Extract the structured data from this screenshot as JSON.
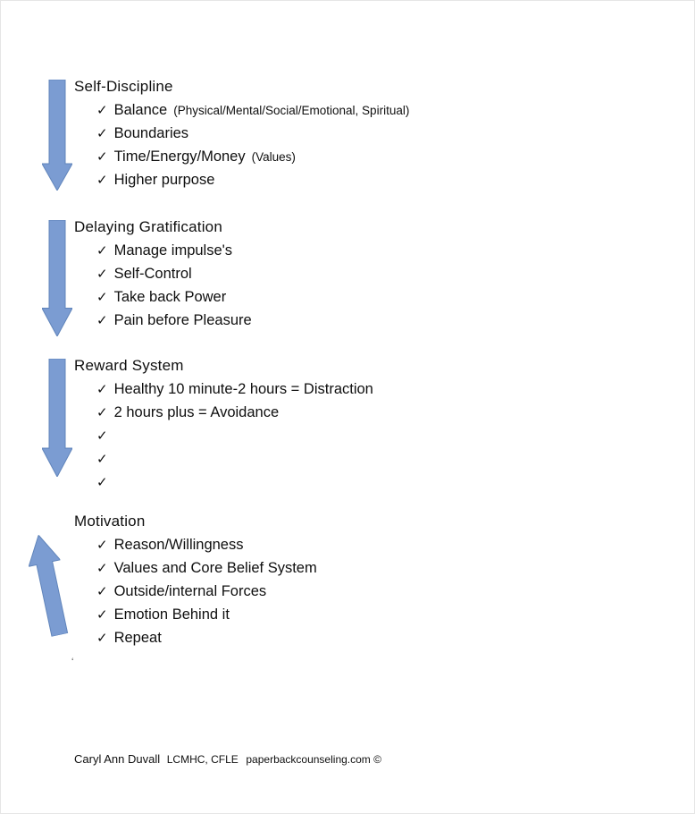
{
  "glyphs": {
    "checkmark": "✓"
  },
  "colors": {
    "arrow_fill": "#7b9cd2",
    "arrow_stroke": "#6185bb"
  },
  "sections": [
    {
      "title": "Self-Discipline",
      "arrow": "down-arrow",
      "items": [
        {
          "main": "Balance",
          "note": "(Physical/Mental/Social/Emotional, Spiritual)"
        },
        {
          "main": "Boundaries",
          "note": ""
        },
        {
          "main": "Time/Energy/Money",
          "note": "(Values)"
        },
        {
          "main": "Higher purpose",
          "note": ""
        }
      ]
    },
    {
      "title": "Delaying Gratification",
      "arrow": "down-arrow",
      "items": [
        {
          "main": "Manage impulse's",
          "note": ""
        },
        {
          "main": "Self-Control",
          "note": ""
        },
        {
          "main": "Take back Power",
          "note": ""
        },
        {
          "main": "Pain before Pleasure",
          "note": ""
        }
      ]
    },
    {
      "title": "Reward System",
      "arrow": "down-arrow",
      "items": [
        {
          "main": "Healthy 10 minute-2 hours = Distraction",
          "note": ""
        },
        {
          "main": "2 hours plus = Avoidance",
          "note": ""
        },
        {
          "main": "",
          "note": ""
        },
        {
          "main": "",
          "note": ""
        },
        {
          "main": "",
          "note": ""
        }
      ]
    },
    {
      "title": "Motivation",
      "arrow": "up-arrow",
      "items": [
        {
          "main": "Reason/Willingness",
          "note": ""
        },
        {
          "main": "Values and Core Belief System",
          "note": ""
        },
        {
          "main": "Outside/internal Forces",
          "note": ""
        },
        {
          "main": "Emotion Behind it",
          "note": ""
        },
        {
          "main": "Repeat",
          "note": ""
        }
      ]
    }
  ],
  "stray_mark": "‘",
  "footer": {
    "name": "Caryl Ann Duvall",
    "credentials": "LCMHC, CFLE",
    "site": "paperbackcounseling.com ©"
  }
}
